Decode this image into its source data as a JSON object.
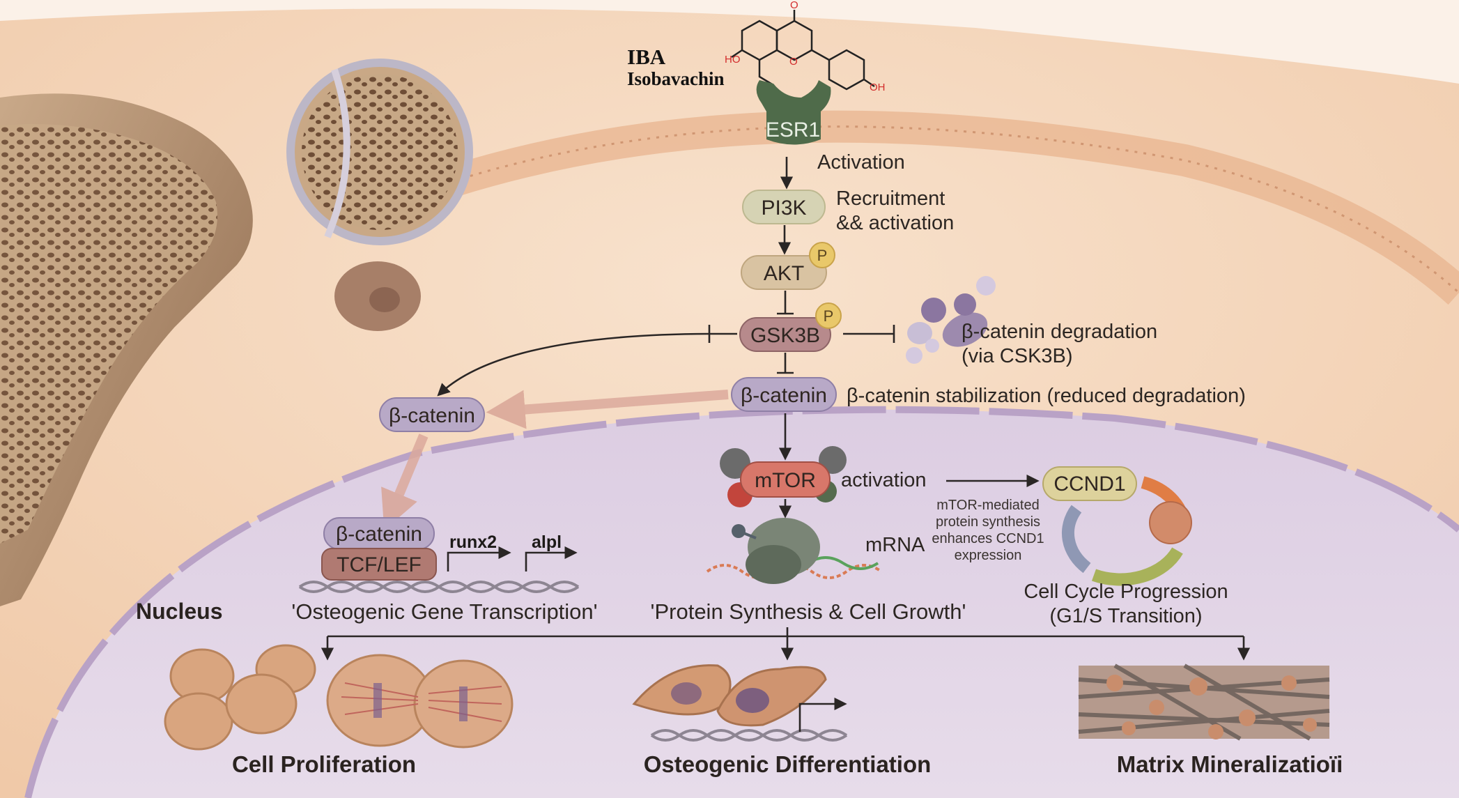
{
  "compound": {
    "abbr": "IBA",
    "name": "Isobavachin",
    "oh1": "HO",
    "oh2": "OH",
    "o_ring": "O",
    "o_keto": "O"
  },
  "receptor": {
    "label": "ESR1",
    "note": "Activation"
  },
  "pi3k": {
    "label": "PI3K",
    "note_line1": "Recruitment",
    "note_line2": "&& activation"
  },
  "akt": {
    "label": "AKT",
    "badge": "P"
  },
  "gsk3b": {
    "label": "GSK3B",
    "badge": "P"
  },
  "degradation": {
    "line1": "β-catenin degradation",
    "line2": "(via CSK3B)"
  },
  "bcatenin_main": {
    "label": "β-catenin",
    "note": "β-catenin stabilization (reduced degradation)"
  },
  "bcatenin_left": {
    "label": "β-catenin"
  },
  "nuclear_complex": {
    "top": "β-catenin",
    "bottom": "TCF/LEF",
    "gene1": "runx2",
    "gene2": "alpl"
  },
  "mtor": {
    "label": "mTOR",
    "note": "activation",
    "mrna": "mRNA"
  },
  "ccnd1": {
    "label": "CCND1",
    "note_lines": [
      "mTOR-mediated",
      "protein synthesis",
      "enhances CCND1",
      "expression"
    ],
    "cycle_line1": "Cell Cycle Progression",
    "cycle_line2": "(G1/S Transition)"
  },
  "process_labels": {
    "nucleus": "Nucleus",
    "transcription": "'Osteogenic Gene Transcription'",
    "synthesis": "'Protein Synthesis & Cell Growth'"
  },
  "outcomes": [
    "Cell Proliferation",
    "Osteogenic Differentiation",
    "Matrix Mineralizatioïi"
  ],
  "colors": {
    "esr1": "#4f6b4a",
    "pi3k": "#d6d3b4",
    "akt": "#d9c3a2",
    "gsk3b": "#b78a8c",
    "bcatenin": "#b8a9c7",
    "tcf": "#b07a72",
    "mtor": "#d8776a",
    "ccnd1": "#ddd29c",
    "phospho": "#e9c86a"
  }
}
